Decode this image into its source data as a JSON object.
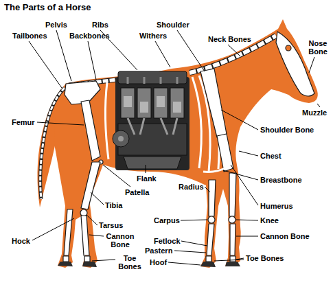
{
  "diagram": {
    "title": "The Parts of a Horse",
    "labels": [
      "Pelvis",
      "Ribs",
      "Shoulder",
      "Tailbones",
      "Backbones",
      "Withers",
      "Neck Bones",
      "Nose Bone",
      "Muzzle",
      "Femur",
      "Shoulder Bone",
      "Chest",
      "Breastbone",
      "Flank",
      "Patella",
      "Radius",
      "Humerus",
      "Tibia",
      "Carpus",
      "Knee",
      "Tarsus",
      "Hock",
      "Cannon Bone",
      "Fetlock",
      "Cannon Bone",
      "Pastern",
      "Toe Bones",
      "Hoof",
      "Toe Bones"
    ]
  }
}
